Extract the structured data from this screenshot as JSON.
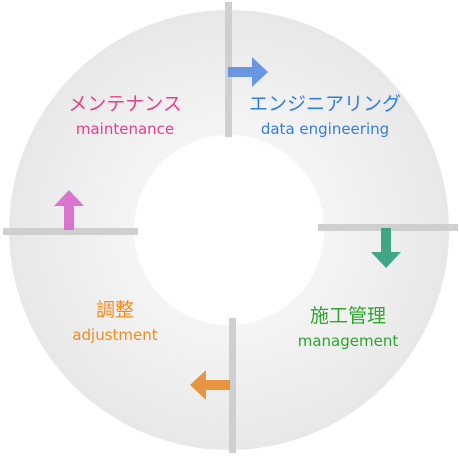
{
  "stages": [
    {
      "id": "maintenance",
      "jp": "メンテナンス",
      "en": "maintenance",
      "color": "#e83e8c"
    },
    {
      "id": "engineering",
      "jp": "エンジニアリング",
      "en": "data engineering",
      "color": "#2f7fe0"
    },
    {
      "id": "construction",
      "jp": "施工管理",
      "en": "management",
      "color": "#2ea52e"
    },
    {
      "id": "adjustment",
      "jp": "調整",
      "en": "adjustment",
      "color": "#f08c1e"
    }
  ],
  "arrows": [
    {
      "direction": "right",
      "color": "#5b8de0"
    },
    {
      "direction": "down",
      "color": "#2e9d7a"
    },
    {
      "direction": "left",
      "color": "#e8892e"
    },
    {
      "direction": "up",
      "color": "#d667c9"
    }
  ]
}
